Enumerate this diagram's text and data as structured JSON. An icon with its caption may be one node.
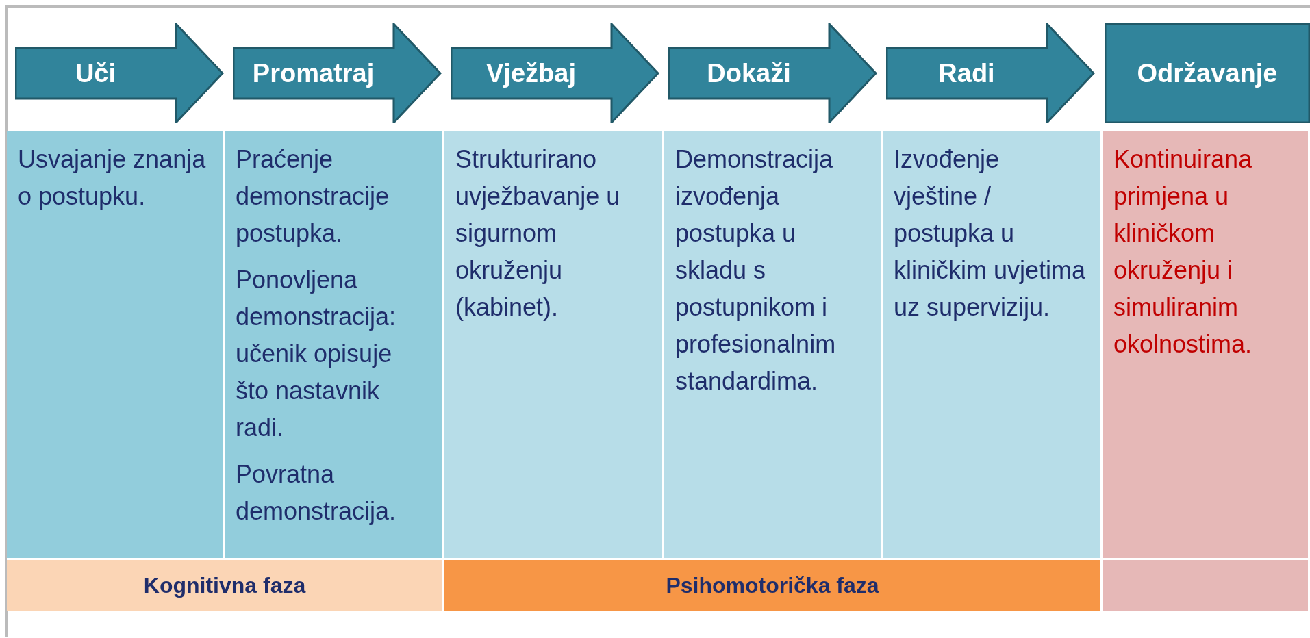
{
  "diagram": {
    "nodes": [
      {
        "text": [
          "Uči"
        ]
      },
      {
        "text": [
          "Promatraj"
        ]
      },
      {
        "text": [
          "Vježbaj"
        ]
      },
      {
        "text": [
          "Dokaži"
        ]
      },
      {
        "text": [
          "Radi"
        ]
      },
      {
        "text": [
          "Održavanje"
        ]
      },
      {
        "text": [
          "Usvajanje znanja o postupku."
        ]
      },
      {
        "text": [
          "Praćenje demonstracije postupka.",
          "Ponovljena demonstracija: učenik opisuje što nastavnik radi.",
          "Povratna demonstracija."
        ]
      },
      {
        "text": [
          "Strukturirano uvježbavanje u sigurnom okruženju (kabinet)."
        ]
      },
      {
        "text": [
          "Demonstracija izvođenja postupka u skladu s postupnikom i profesionalnim standardima."
        ]
      },
      {
        "text": [
          "Izvođenje vještine / postupka u kliničkim uvjetima uz superviziju."
        ]
      },
      {
        "text": [
          "Kontinuirana primjena u kliničkom okruženju i simuliranim okolnostima."
        ]
      },
      {
        "text": [
          "Kognitivna faza"
        ]
      },
      {
        "text": [
          "Psihomotorička faza"
        ]
      },
      {
        "text": [],
        "shape": "bar"
      }
    ],
    "edges": []
  }
}
